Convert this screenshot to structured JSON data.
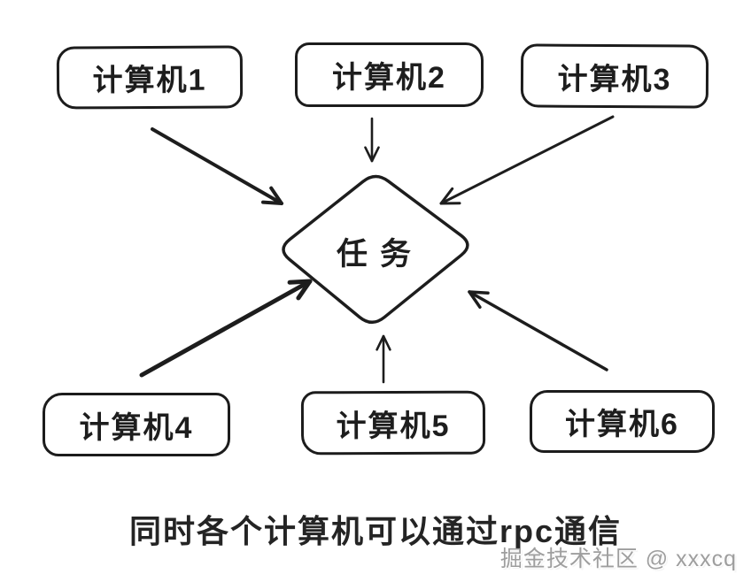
{
  "diagram": {
    "nodes": [
      {
        "id": "computer1",
        "label": "计算机1",
        "shape": "rounded-rect"
      },
      {
        "id": "computer2",
        "label": "计算机2",
        "shape": "rounded-rect"
      },
      {
        "id": "computer3",
        "label": "计算机3",
        "shape": "rounded-rect"
      },
      {
        "id": "computer4",
        "label": "计算机4",
        "shape": "rounded-rect"
      },
      {
        "id": "computer5",
        "label": "计算机5",
        "shape": "rounded-rect"
      },
      {
        "id": "computer6",
        "label": "计算机6",
        "shape": "rounded-rect"
      },
      {
        "id": "task",
        "label": "任务",
        "shape": "diamond"
      }
    ],
    "edges": [
      {
        "from": "computer1",
        "to": "task"
      },
      {
        "from": "computer2",
        "to": "task"
      },
      {
        "from": "computer3",
        "to": "task"
      },
      {
        "from": "computer4",
        "to": "task"
      },
      {
        "from": "computer5",
        "to": "task"
      },
      {
        "from": "computer6",
        "to": "task"
      }
    ],
    "caption": "同时各个计算机可以通过rpc通信",
    "watermark": "掘金技术社区 @ xxxcq"
  },
  "colors": {
    "ink": "#1d1d1d",
    "background": "#ffffff",
    "watermark_gray": "#9e9e9e"
  }
}
